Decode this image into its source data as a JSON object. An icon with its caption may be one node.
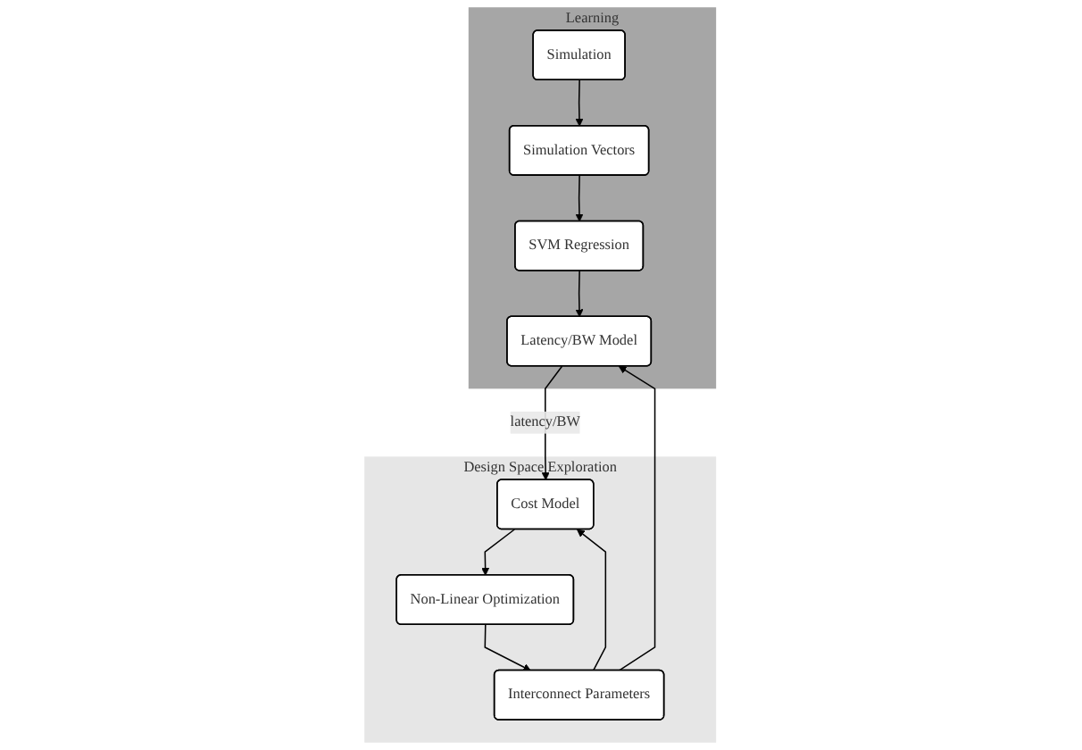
{
  "diagram": {
    "nodes": [
      {
        "text": [
          "Learning"
        ]
      },
      {
        "text": [
          "Simulation"
        ],
        "in": 0
      },
      {
        "text": [
          "Simulation Vectors"
        ],
        "in": 0
      },
      {
        "text": [
          "SVM Regression"
        ],
        "in": 0
      },
      {
        "text": [
          "Latency/BW Model"
        ],
        "in": 0
      },
      {
        "text": [
          "Design Space Exploration"
        ]
      },
      {
        "text": [
          "Non-Linear Optimization"
        ],
        "in": 5
      },
      {
        "text": [
          "Interconnect Parameters"
        ],
        "in": 5
      },
      {
        "text": [
          "Cost Model"
        ],
        "in": 5
      }
    ],
    "edges": [
      {
        "from": 1,
        "to": 2,
        "arrow": "to"
      },
      {
        "from": 2,
        "to": 3,
        "arrow": "to"
      },
      {
        "from": 3,
        "to": 4,
        "arrow": "to"
      },
      {
        "from": 6,
        "to": 7,
        "arrow": "to"
      },
      {
        "from": 7,
        "to": 4,
        "arrow": "to"
      },
      {
        "from": 7,
        "to": 8,
        "arrow": "to"
      },
      {
        "from": 4,
        "to": 8,
        "arrow": "to",
        "label": "latency/BW"
      },
      {
        "from": 8,
        "to": 6,
        "arrow": "to"
      }
    ]
  }
}
